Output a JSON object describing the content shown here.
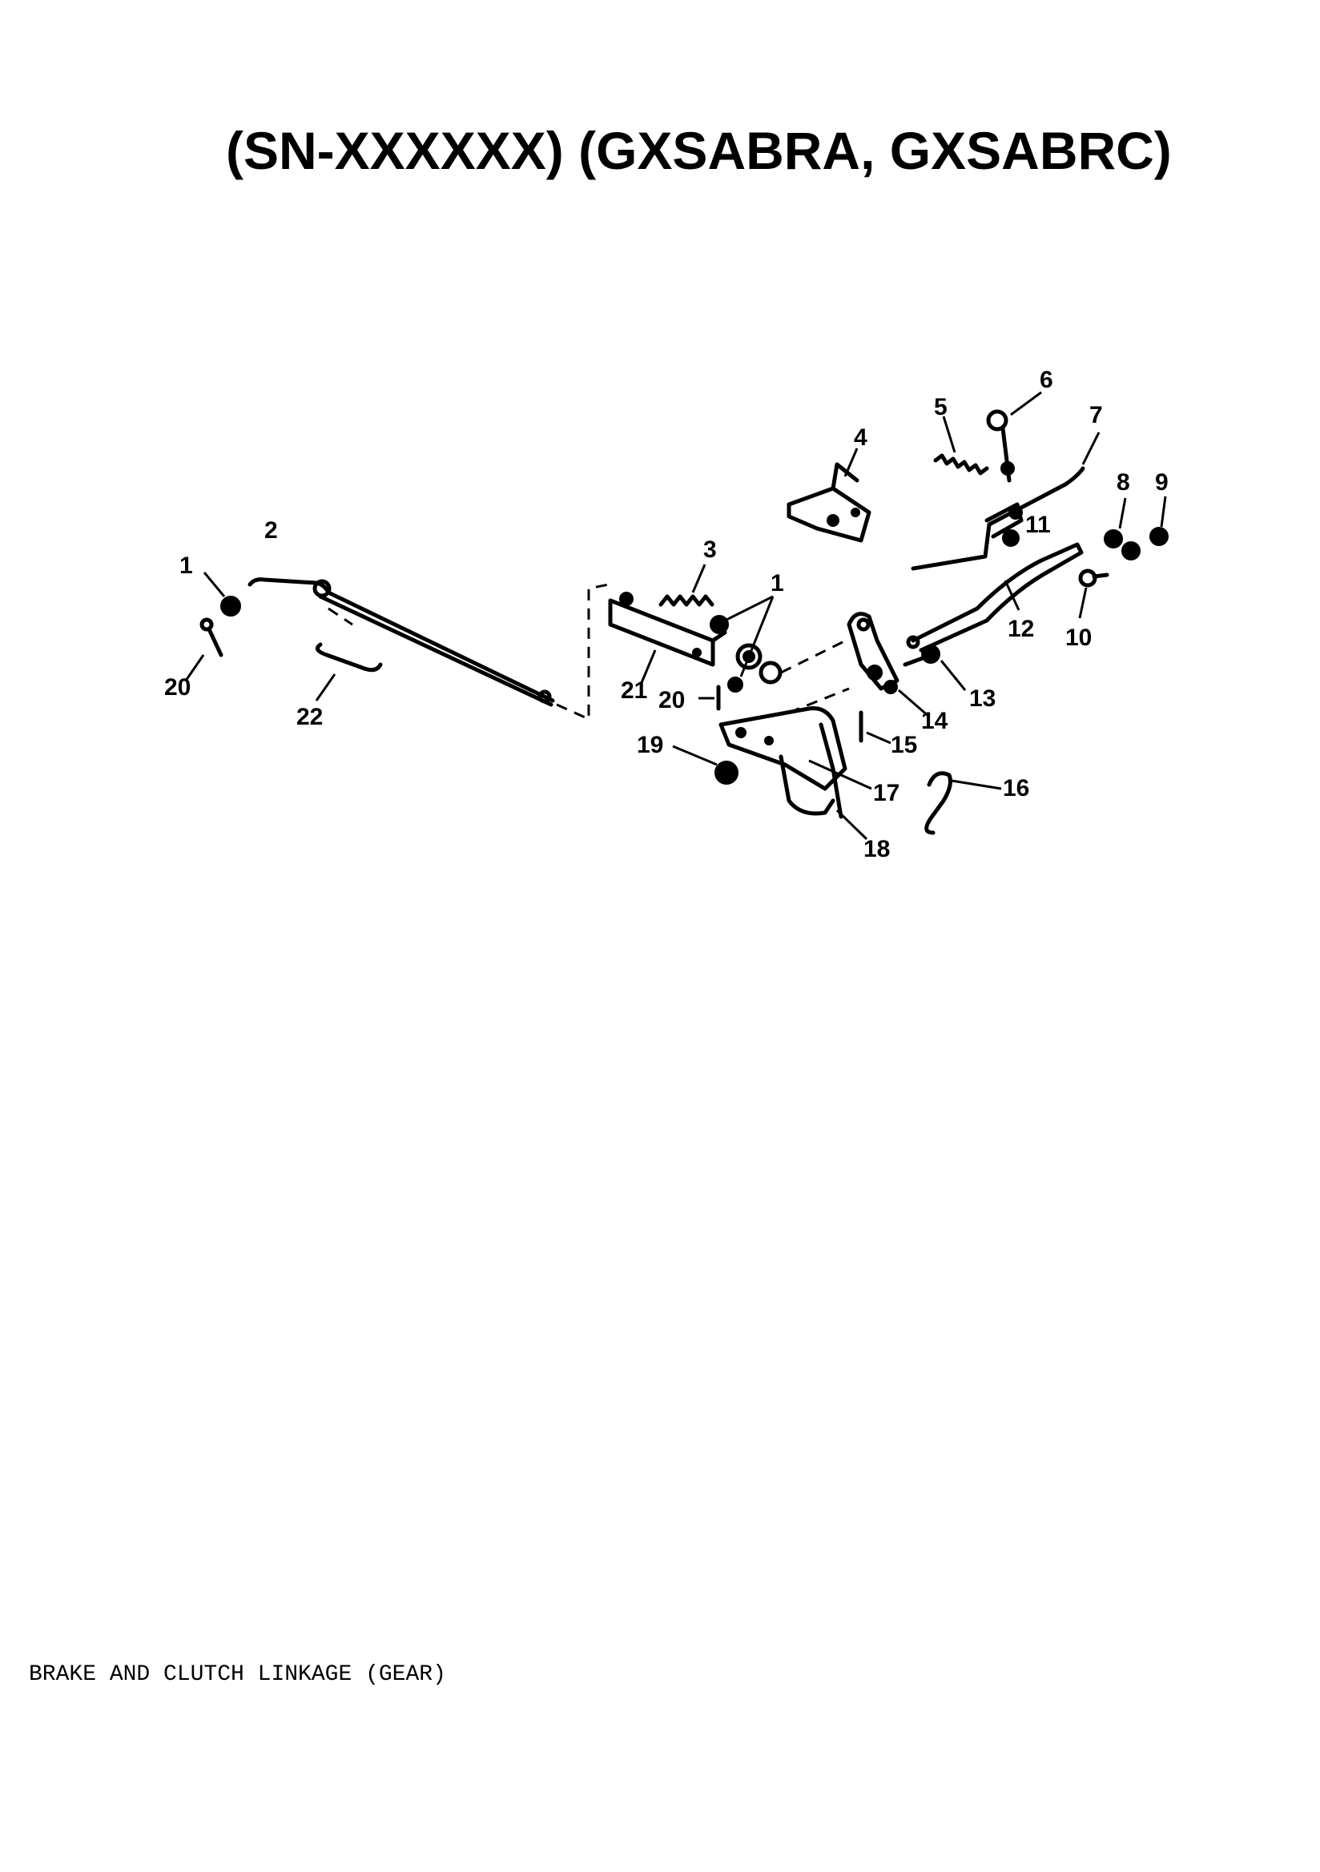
{
  "title": "(SN-XXXXXX) (GXSABRA, GXSABRC)",
  "caption": "BRAKE AND CLUTCH LINKAGE (GEAR)",
  "callouts": {
    "c1a": "1",
    "c1b": "1",
    "c2": "2",
    "c3": "3",
    "c4": "4",
    "c5": "5",
    "c6": "6",
    "c7": "7",
    "c8": "8",
    "c9": "9",
    "c10": "10",
    "c11": "11",
    "c12": "12",
    "c13": "13",
    "c14": "14",
    "c15": "15",
    "c16": "16",
    "c17": "17",
    "c18": "18",
    "c19": "19",
    "c20a": "20",
    "c20b": "20",
    "c21": "21",
    "c22": "22"
  }
}
